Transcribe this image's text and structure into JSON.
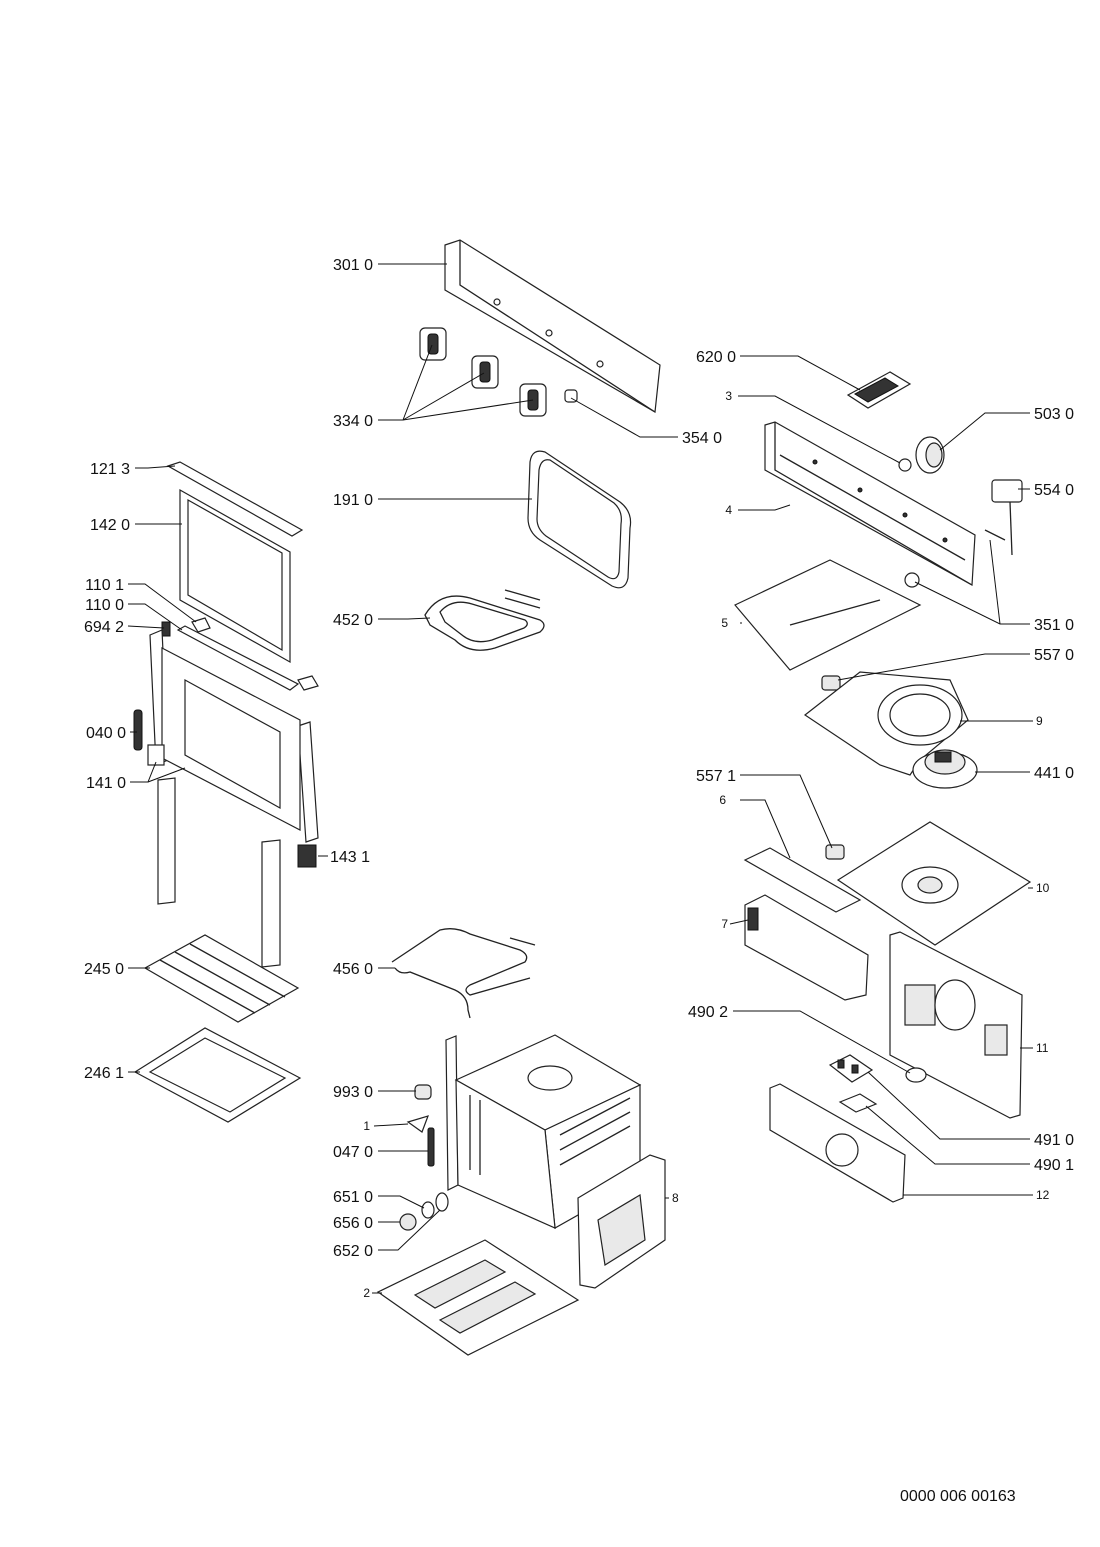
{
  "document_ref": "0000 006 00163",
  "callouts": {
    "c3010": "301 0",
    "c3340": "334 0",
    "c3540": "354 0",
    "c6200": "620 0",
    "c3": "3",
    "c5030": "503 0",
    "c4": "4",
    "c5540": "554 0",
    "c1213": "121 3",
    "c1420": "142 0",
    "c1910": "191 0",
    "c1101": "110 1",
    "c1100": "110 0",
    "c6942": "694 2",
    "c4520": "452 0",
    "c5": "5",
    "c3510": "351 0",
    "c5570": "557 0",
    "c0400": "040 0",
    "c9": "9",
    "c1410": "141 0",
    "c5571": "557 1",
    "c4410": "441 0",
    "c6": "6",
    "c1431": "143 1",
    "c10": "10",
    "c7": "7",
    "c2450": "245 0",
    "c4560": "456 0",
    "c4902": "490 2",
    "c11": "11",
    "c2461": "246 1",
    "c9930": "993 0",
    "c1": "1",
    "c4910": "491 0",
    "c0470": "047 0",
    "c4901": "490 1",
    "c6510": "651 0",
    "c8": "8",
    "c12": "12",
    "c6560": "656 0",
    "c6520": "652 0",
    "c2": "2"
  }
}
